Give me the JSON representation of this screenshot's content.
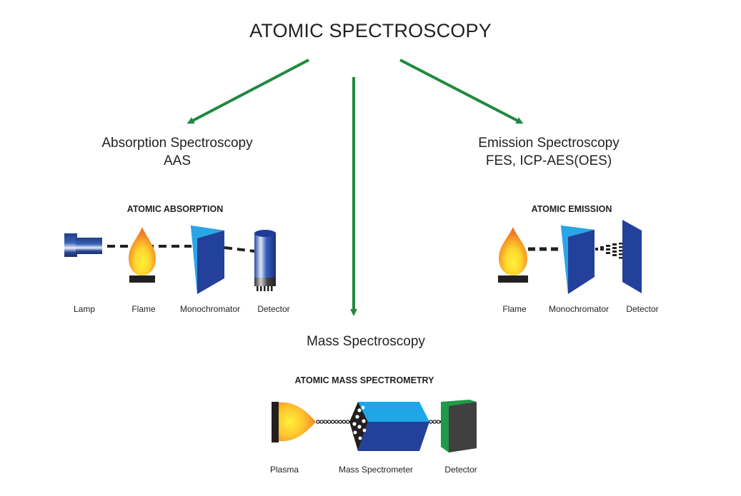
{
  "title": "ATOMIC SPECTROSCOPY",
  "colors": {
    "arrow": "#1f8a3f",
    "prism_dark": "#23409a",
    "prism_light": "#2aa6e6",
    "flame_outer": "#f08a24",
    "flame_inner": "#ffe83a",
    "burner": "#231f20",
    "detector_green": "#1f9a48",
    "detector_gray": "#404040"
  },
  "branches": {
    "absorption": {
      "title": "Absorption Spectroscopy",
      "subtitle": "AAS",
      "diagram_title": "ATOMIC ABSORPTION",
      "components": [
        "Lamp",
        "Flame",
        "Monochromator",
        "Detector"
      ]
    },
    "emission": {
      "title": "Emission Spectroscopy",
      "subtitle": "FES, ICP-AES(OES)",
      "diagram_title": "ATOMIC EMISSION",
      "components": [
        "Flame",
        "Monochromator",
        "Detector"
      ]
    },
    "mass": {
      "title": "Mass Spectroscopy",
      "diagram_title": "ATOMIC MASS SPECTROMETRY",
      "components": [
        "Plasma",
        "Mass Spectrometer",
        "Detector"
      ]
    }
  }
}
